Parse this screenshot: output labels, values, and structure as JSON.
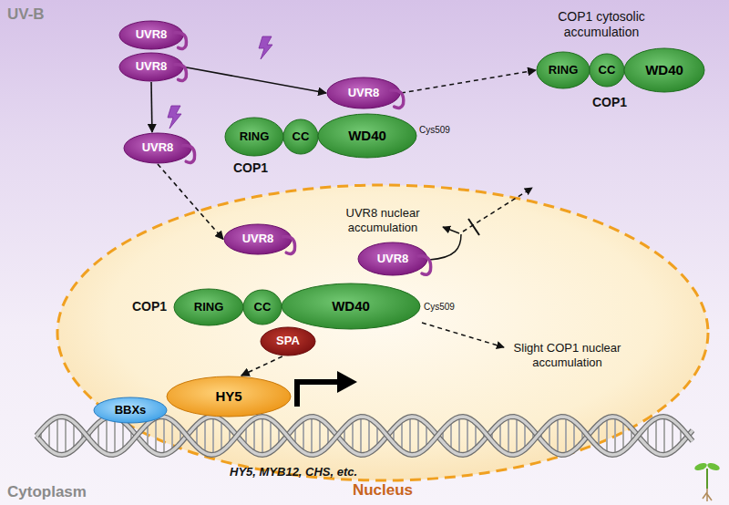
{
  "diagram": {
    "nodes": [
      {
        "text": [
          "UVR8"
        ]
      },
      {
        "text": [
          "UVR8"
        ]
      },
      {
        "text": [
          "UVR8"
        ]
      },
      {
        "text": [
          "RING"
        ]
      },
      {
        "text": [
          "CC"
        ]
      },
      {
        "text": [
          "WD40"
        ]
      },
      {
        "text": [
          "RING"
        ]
      },
      {
        "text": [
          "CC"
        ]
      },
      {
        "text": [
          "WD40"
        ]
      },
      {
        "text": [
          "UVR8"
        ]
      },
      {
        "text": [
          "Nucleus"
        ]
      },
      {
        "text": [
          "UVR8"
        ],
        "in": 10
      },
      {
        "text": [
          "UVR8"
        ],
        "in": 10
      },
      {
        "text": [
          "RING"
        ],
        "in": 10
      },
      {
        "text": [
          "CC"
        ],
        "in": 10
      },
      {
        "text": [
          "WD40"
        ],
        "in": 10
      },
      {
        "text": [
          "SPA"
        ],
        "in": 10
      },
      {
        "text": [
          "BBXs"
        ],
        "in": 10
      },
      {
        "text": [
          "HY5"
        ],
        "in": 10
      }
    ],
    "edges": [
      {
        "from": 1,
        "to": 2,
        "arrow": "to"
      },
      {
        "from": 1,
        "to": 9,
        "arrow": "to"
      },
      {
        "from": 2,
        "to": 6,
        "arrow": "to"
      },
      {
        "from": 9,
        "to": 11,
        "arrow": "to"
      },
      {
        "from": 16,
        "to": 18,
        "arrow": "to"
      }
    ],
    "labels": [
      "UV-B",
      "COP1 cytosolic accumulation",
      "COP1",
      "Cys509",
      "COP1",
      "UVR8 nuclear accumulation",
      "COP1",
      "Cys509",
      "Slight COP1 nuclear accumulation",
      "HY5, MYB12, CHS, etc.",
      "Cytoplasm"
    ]
  }
}
